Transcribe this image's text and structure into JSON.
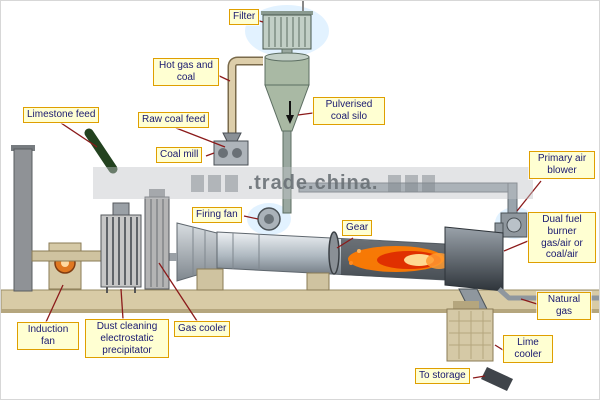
{
  "watermark": {
    "text": ".trade.china."
  },
  "labels": {
    "filter": "Filter",
    "hot_gas_and_coal": "Hot gas and coal",
    "limestone_feed": "Limestone feed",
    "raw_coal_feed": "Raw coal feed",
    "coal_mill": "Coal mill",
    "pulverised_coal_silo": "Pulverised coal silo",
    "primary_air_blower": "Primary air blower",
    "firing_fan": "Firing fan",
    "gear": "Gear",
    "dual_fuel_burner": "Dual fuel burner gas/air or coal/air",
    "natural_gas": "Natural gas",
    "induction_fan": "Induction fan",
    "dust_cleaning_esp": "Dust cleaning electrostatic precipitator",
    "gas_cooler": "Gas cooler",
    "lime_cooler": "Lime cooler",
    "to_storage": "To storage"
  },
  "colors": {
    "label_bg": "#FFFFD2",
    "label_border": "#DF9F00",
    "label_text": "#191970",
    "connector": "#8B1A1A",
    "ground": "#D8CBA6",
    "flame_orange": "#FF7A00",
    "flame_red": "#E03000"
  }
}
